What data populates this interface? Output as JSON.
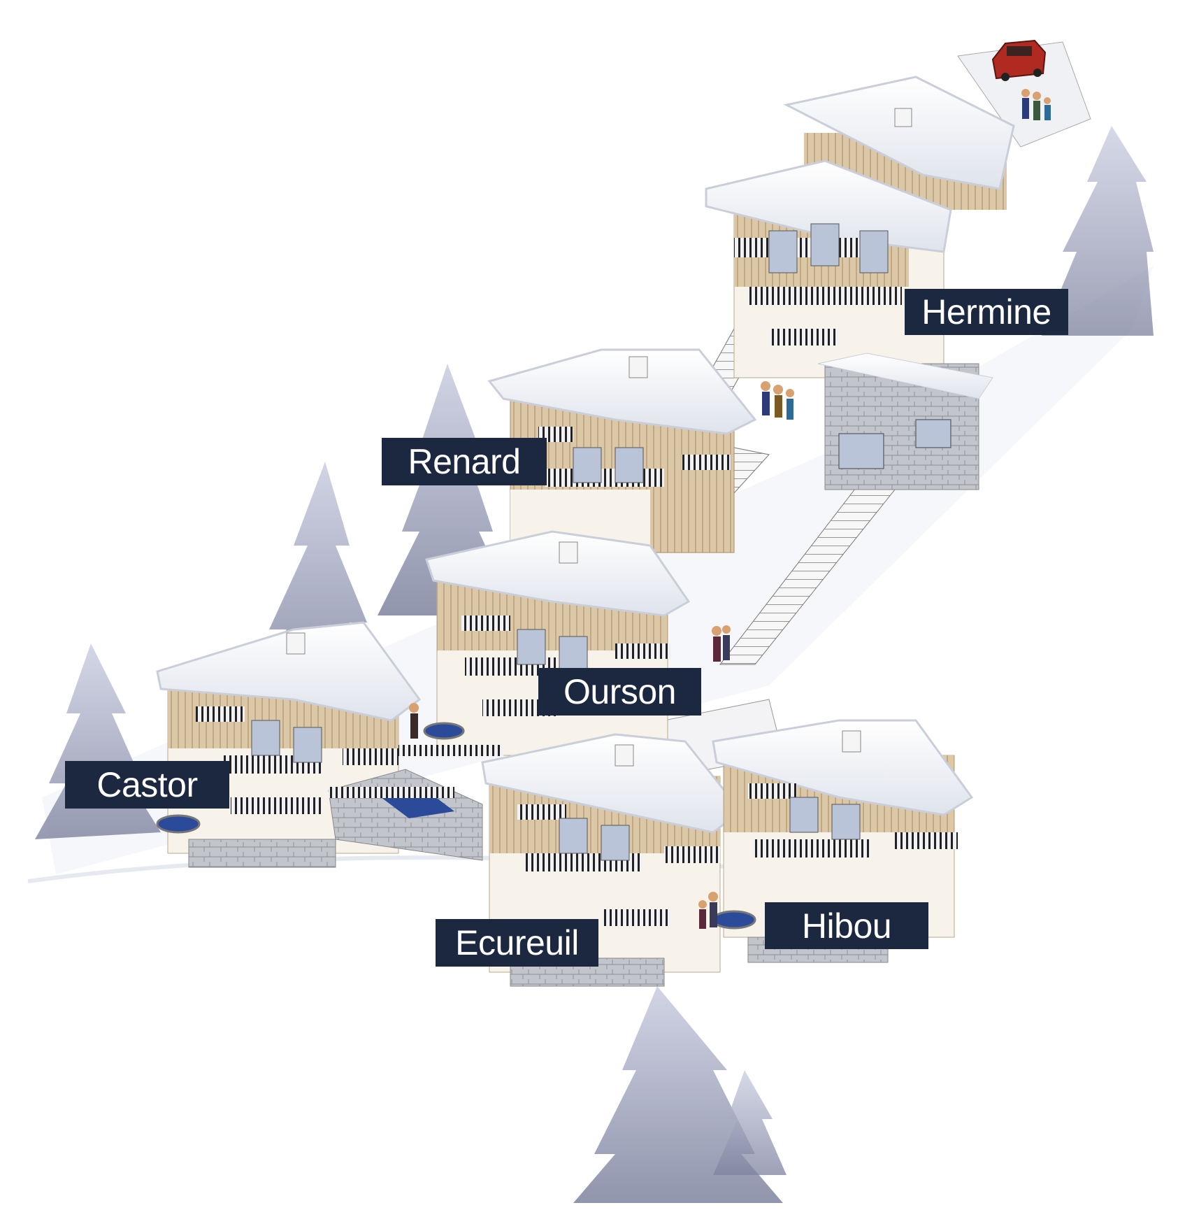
{
  "chalets": [
    {
      "key": "hermine",
      "label": "Hermine"
    },
    {
      "key": "renard",
      "label": "Renard"
    },
    {
      "key": "ourson",
      "label": "Ourson"
    },
    {
      "key": "castor",
      "label": "Castor"
    },
    {
      "key": "ecureuil",
      "label": "Ecureuil"
    },
    {
      "key": "hibou",
      "label": "Hibou"
    }
  ],
  "colors": {
    "label_background": "#1c2840",
    "label_text": "#ffffff",
    "snow": "#f4f6fa",
    "wood": "#d8c4a4",
    "stone": "#b9bcc2",
    "balcony": "#2a2a2e",
    "tree": "#9aa0b8",
    "car": "#b02a22"
  },
  "icons": [
    "fir-tree-icon",
    "chalet-icon",
    "car-icon",
    "skier-icon",
    "hot-tub-icon"
  ]
}
